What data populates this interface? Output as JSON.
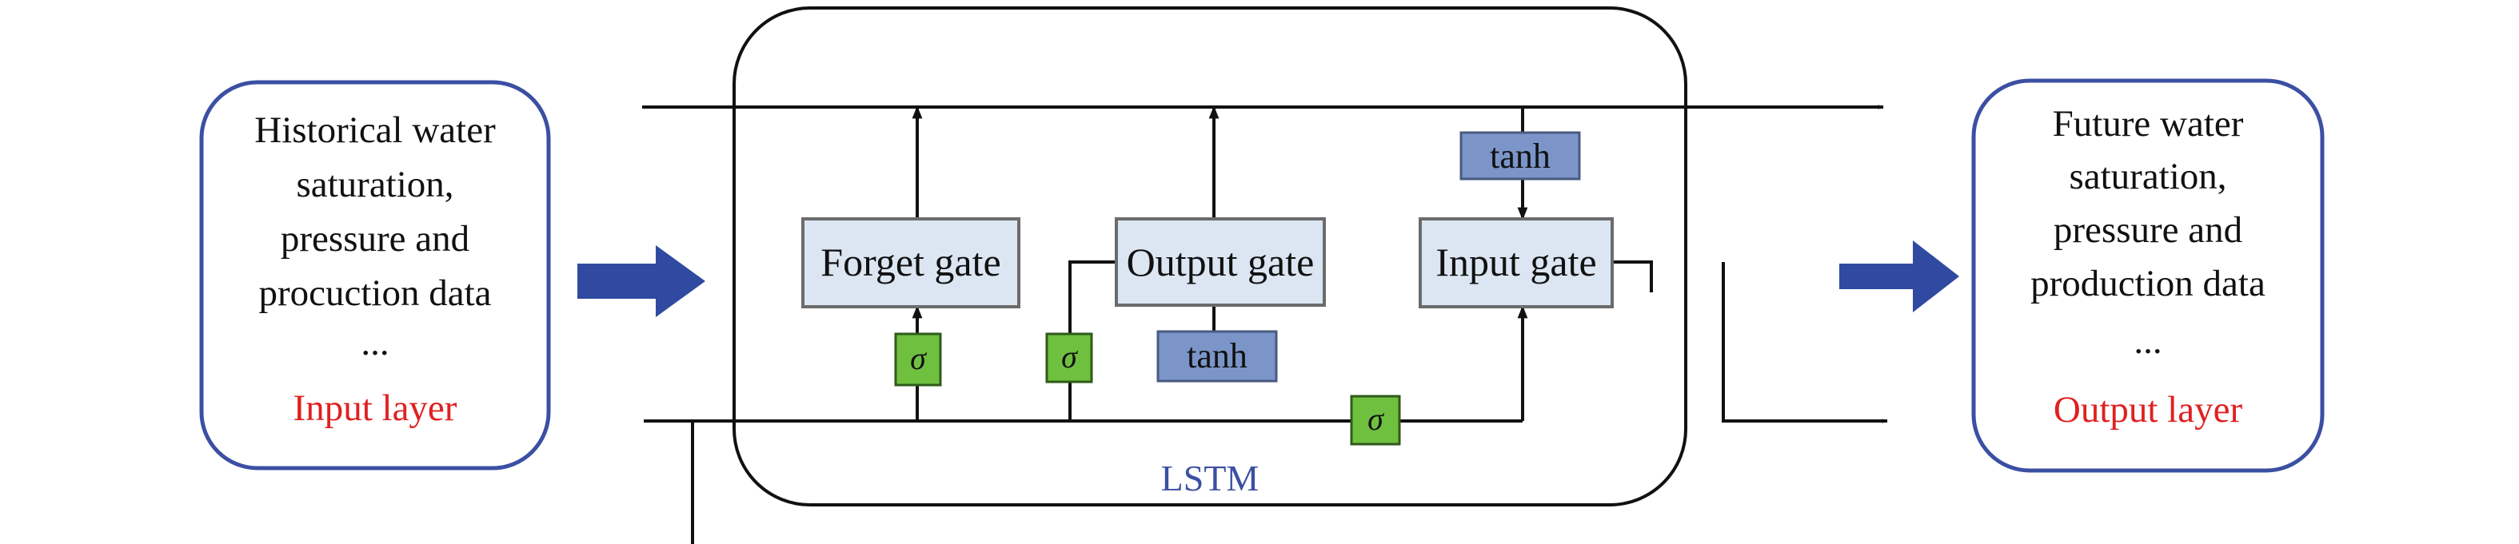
{
  "input_box": {
    "lines": [
      "Historical water",
      "saturation,",
      "pressure and",
      "procuction data",
      "..."
    ],
    "layer_label": "Input layer"
  },
  "output_box": {
    "lines": [
      "Future water",
      "saturation,",
      "pressure and",
      "production data",
      "..."
    ],
    "layer_label": "Output layer"
  },
  "lstm_cell": {
    "label": "LSTM",
    "gates": {
      "forget": "Forget gate",
      "output": "Output gate",
      "input": "Input gate"
    },
    "activations": {
      "tanh_top": "tanh",
      "tanh_mid": "tanh",
      "sigma_forget": "σ",
      "sigma_output": "σ",
      "sigma_input": "σ"
    }
  },
  "colors": {
    "box_border": "#3b4fa3",
    "layer_label": "#e02020",
    "lstm_label": "#3b4fa3",
    "gate_fill": "#dbe6f2",
    "gate_border": "#6b6b6b",
    "tanh_fill": "#7b95c9",
    "sigma_fill": "#70c040",
    "flow_arrow": "#2f4aa0",
    "line": "#111111"
  }
}
